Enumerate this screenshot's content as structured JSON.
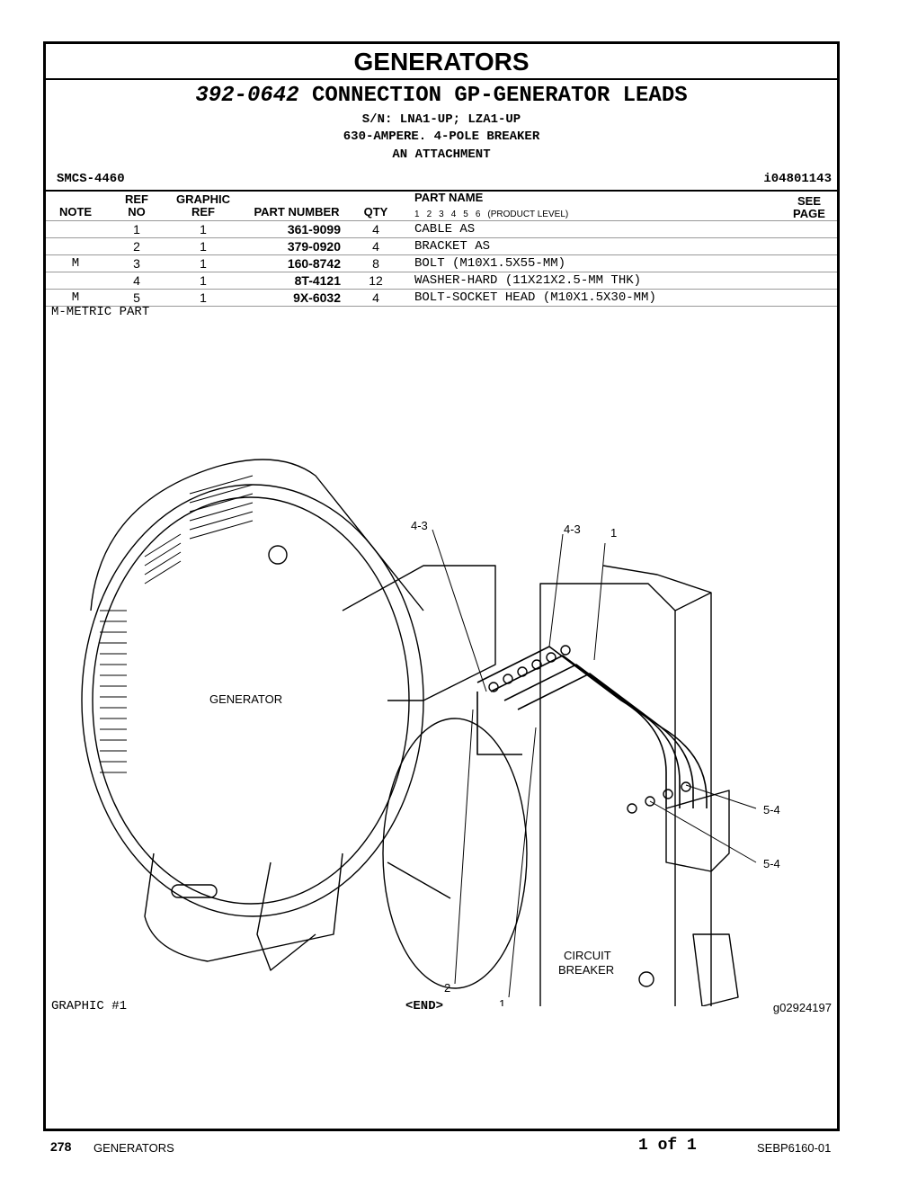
{
  "header": {
    "section": "GENERATORS"
  },
  "title": {
    "part_number": "392-0642",
    "description": "CONNECTION GP-GENERATOR LEADS",
    "serial": "S/N: LNA1-UP; LZA1-UP",
    "line2": "630-AMPERE. 4-POLE BREAKER",
    "line3": "AN ATTACHMENT"
  },
  "smcs": "SMCS-4460",
  "doc_id": "i04801143",
  "columns": {
    "note": "NOTE",
    "ref_1": "REF",
    "ref_2": "NO",
    "graphic_1": "GRAPHIC",
    "graphic_2": "REF",
    "part_number": "PART NUMBER",
    "qty": "QTY",
    "part_name": "PART NAME",
    "levels": [
      "1",
      "2",
      "3",
      "4",
      "5",
      "6"
    ],
    "product_level": "(PRODUCT LEVEL)",
    "see_1": "SEE",
    "see_2": "PAGE"
  },
  "rows": [
    {
      "note": "",
      "ref": "1",
      "gref": "1",
      "pn": "361-9099",
      "qty": "4",
      "name": "CABLE AS"
    },
    {
      "note": "",
      "ref": "2",
      "gref": "1",
      "pn": "379-0920",
      "qty": "4",
      "name": "BRACKET AS"
    },
    {
      "note": "M",
      "ref": "3",
      "gref": "1",
      "pn": "160-8742",
      "qty": "8",
      "name": "BOLT (M10X1.5X55-MM)"
    },
    {
      "note": "",
      "ref": "4",
      "gref": "1",
      "pn": "8T-4121",
      "qty": "12",
      "name": "WASHER-HARD (11X21X2.5-MM THK)"
    },
    {
      "note": "M",
      "ref": "5",
      "gref": "1",
      "pn": "9X-6032",
      "qty": "4",
      "name": "BOLT-SOCKET HEAD (M10X1.5X30-MM)"
    }
  ],
  "metric_note": "M-METRIC PART",
  "diagram": {
    "labels": {
      "generator": "GENERATOR",
      "circuit_1": "CIRCUIT",
      "circuit_2": "BREAKER",
      "callout_4_3_a": "4-3",
      "callout_4_3_b": "4-3",
      "callout_1_top": "1",
      "callout_5_4_a": "5-4",
      "callout_5_4_b": "5-4",
      "callout_2": "2",
      "callout_1_bottom": "1"
    }
  },
  "graphic_label": "GRAPHIC #1",
  "end_marker": "<END>",
  "graphic_id": "g02924197",
  "footer": {
    "page_number": "278",
    "section": "GENERATORS",
    "page_of": "1 of 1",
    "doc": "SEBP6160-01"
  }
}
